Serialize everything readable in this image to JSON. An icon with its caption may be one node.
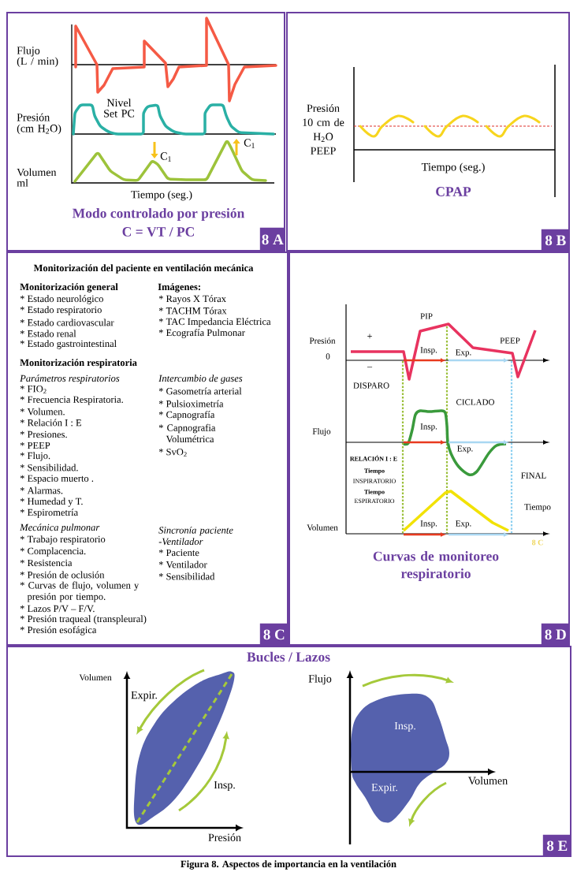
{
  "diagram": {
    "caption": "Figura 8. Aspectos de importancia en la ventilación",
    "nodes": [
      {
        "text": [
          "Modo controlado por presión",
          "C = VT / PC"
        ]
      },
      {
        "text": [
          "8 A"
        ],
        "in": 0
      },
      {
        "text": [
          "CPAP"
        ]
      },
      {
        "text": [
          "8 B"
        ],
        "in": 2
      },
      {
        "text": [
          "Monitorización del paciente en ventilación mecánica"
        ]
      },
      {
        "text": [
          "8 C"
        ],
        "in": 4
      },
      {
        "text": [
          "Curvas de monitoreo respiratorio"
        ]
      },
      {
        "text": [
          "8 D"
        ],
        "in": 6
      },
      {
        "text": [
          "Bucles / Lazos"
        ]
      },
      {
        "text": [
          "Insp.",
          "Expir."
        ],
        "in": 8
      },
      {
        "text": [
          "8 E"
        ],
        "in": 8
      }
    ],
    "labels": [
      "Flujo (L / min)",
      "Nivel Set PC",
      "Presión (cm H$_{2}$O)",
      "C$_{1}$",
      "C$_{1}$",
      "Volumen ml",
      "Tiempo (seg.)",
      "Presión 10 cm de H$_{2}$O PEEP",
      "Tiempo (seg.)",
      "Monitorización general",
      "* Estado neurológico",
      "* Estado respiratorio",
      "* Estado cardiovascular",
      "* Estado renal",
      "* Estado gastrointestinal",
      "Imágenes:",
      "* Rayos X Tórax",
      "* TACHM Tórax",
      "* TAC Impedancia Eléctrica",
      "* Ecografía Pulmonar",
      "Monitorización respiratoria",
      "Parámetros respiratorios",
      "* FIO$_{2}$",
      "* Frecuencia Respiratoria.",
      "* Volumen.",
      "* Relación I : E",
      "* Presiones.",
      "* PEEP",
      "* Flujo.",
      "* Sensibilidad.",
      "* Espacio muerto .",
      "* Alarmas.",
      "* Humedad y T.",
      "* Espirometría",
      "Intercambio de gases",
      "* Gasometría arterial",
      "* Pulsioximetría",
      "* Capnografía",
      "* Capnografia Volumétrica",
      "* SvO$_{2}$",
      "Mecánica pulmonar",
      "* Trabajo respiratorio",
      "* Complacencia.",
      "* Resistencia",
      "* Presión de oclusión",
      "* Curvas de flujo, volumen y presión por tiempo.",
      "* Lazos P/V – F/V.",
      "* Presión traqueal (transpleural)",
      "* Presión esofágica",
      "Sincronía paciente -Ventilador",
      "* Paciente",
      "* Ventilador",
      "* Sensibilidad",
      "PIP",
      "Presión",
      "+",
      "PEEP",
      "0",
      "Insp.",
      "Exp.",
      "–",
      "DISPARO",
      "CICLADO",
      "Flujo",
      "Insp.",
      "Exp.",
      "RELACIÓN I : E",
      "**Tiempo** INSPIRATORIO",
      "FINAL",
      "**Tiempo** ESPIRATORIO",
      "Tiempo",
      "Volumen",
      "Insp.",
      "Exp.",
      "8 C",
      "Volumen",
      "Flujo",
      "Expir.",
      "Insp.",
      "Volumen",
      "Presión"
    ]
  }
}
